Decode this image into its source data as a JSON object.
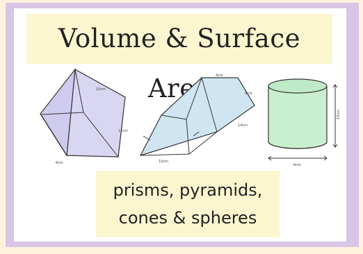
{
  "title": "Volume & Surface Area",
  "caption": {
    "line1": "prisms, pyramids,",
    "line2": "cones & spheres"
  },
  "shapes": {
    "prism": {
      "labels": [
        "10cm",
        "12cm",
        "8cm"
      ]
    },
    "parallelepiped": {
      "labels": [
        "4cm",
        "6cm",
        "14cm",
        "10cm"
      ]
    },
    "cylinder": {
      "labels": [
        "15cm",
        "6cm"
      ]
    }
  },
  "colors": {
    "frame": "#d9c5e6",
    "background": "#fdf3dc",
    "title_bar": "#fbf6cf",
    "prism_fill": "#d9d6f2",
    "parallelepiped_fill": "#cfe6f2",
    "cylinder_fill": "#c9efcf"
  }
}
